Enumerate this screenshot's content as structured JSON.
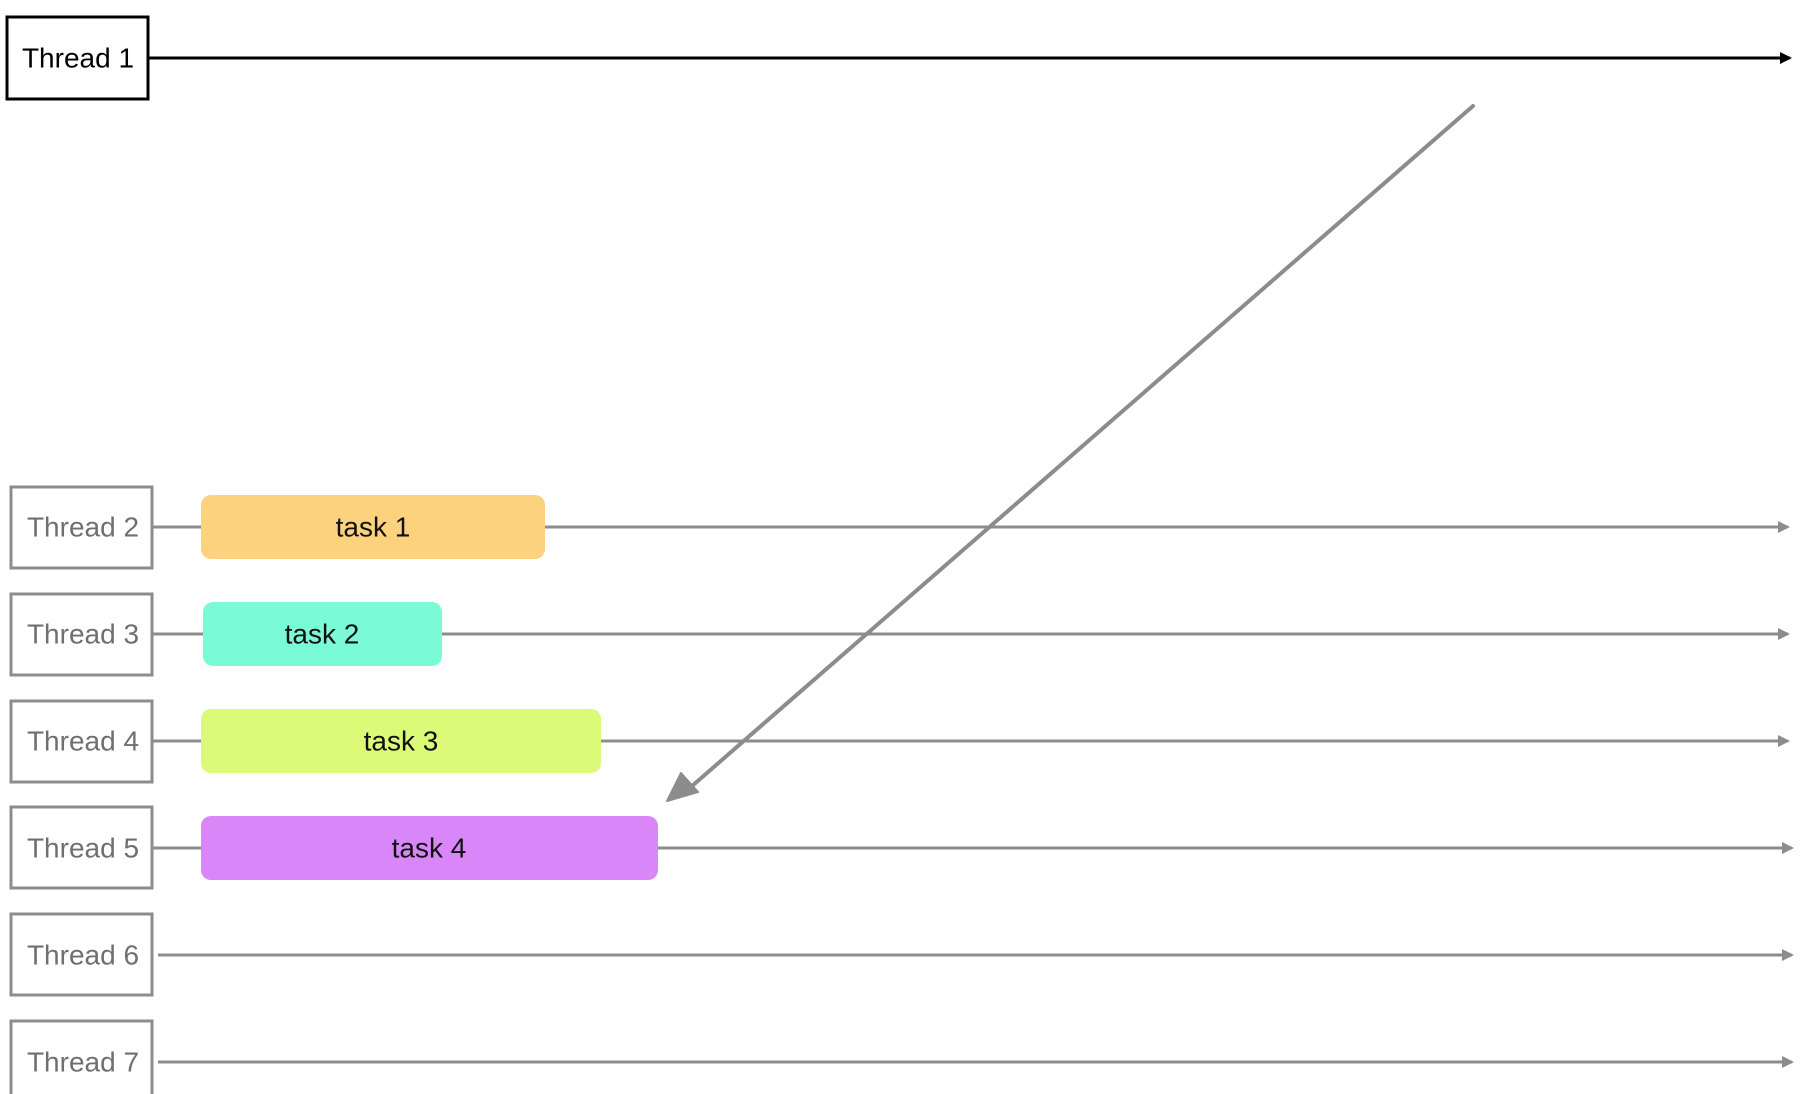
{
  "threads": [
    {
      "label": "Thread 1",
      "primary": true
    },
    {
      "label": "Thread 2"
    },
    {
      "label": "Thread 3"
    },
    {
      "label": "Thread 4"
    },
    {
      "label": "Thread 5"
    },
    {
      "label": "Thread 6"
    },
    {
      "label": "Thread 7"
    }
  ],
  "tasks": [
    {
      "label": "task 1",
      "thread": "Thread 2",
      "color": "#FDD27E"
    },
    {
      "label": "task 2",
      "thread": "Thread 3",
      "color": "#7BFAD6"
    },
    {
      "label": "task 3",
      "thread": "Thread 4",
      "color": "#DAFA78"
    },
    {
      "label": "task 4",
      "thread": "Thread 5",
      "color": "#D886F8"
    }
  ],
  "colors": {
    "primary_line": "#000000",
    "secondary_line": "#8c8c8c",
    "secondary_box": "#8c8c8c",
    "secondary_text": "#6f6f6f",
    "primary_text": "#000000",
    "dispatch_arrow": "#8c8c8c"
  }
}
